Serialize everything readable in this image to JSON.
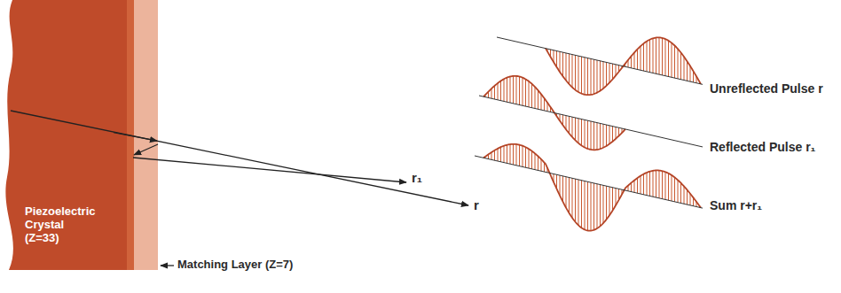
{
  "diagram": {
    "nodes": [
      {
        "text": [
          "Piezoelectric Crystal (Z=33)"
        ]
      }
    ],
    "labels": [
      "r₁",
      "r",
      "Matching Layer (Z=7)",
      "Unreflected Pulse r",
      "Reflected Pulse r₁",
      "Sum r+r₁"
    ]
  }
}
